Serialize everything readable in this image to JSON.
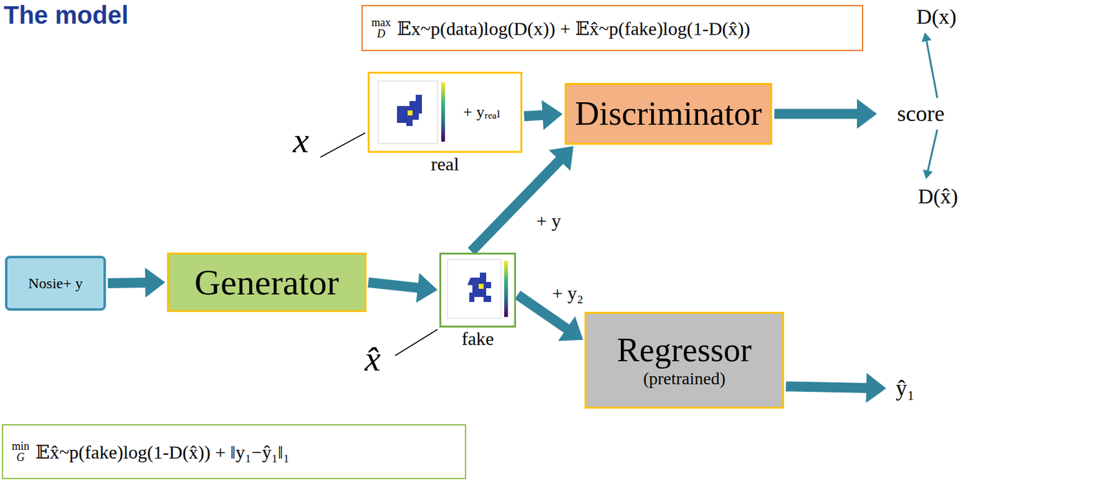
{
  "diagram": {
    "title": "The model",
    "nodes": [
      {
        "text": [
          "max",
          "D",
          "𝔼x~p(data)log(D(x)) + 𝔼x̂~p(fake)log(1-D(x̂))"
        ]
      },
      {
        "text": [
          "D(x)"
        ]
      },
      {
        "text": [
          "+ yᵣₑₐₗ",
          "real"
        ]
      },
      {
        "text": [
          "Discriminator"
        ]
      },
      {
        "text": [
          "score"
        ]
      },
      {
        "text": [
          "D(x̂)"
        ]
      },
      {
        "text": [
          "Nosie+ y"
        ]
      },
      {
        "text": [
          "Generator"
        ]
      },
      {
        "text": [
          "fake"
        ]
      },
      {
        "text": [
          "Regressor",
          "(pretrained)"
        ]
      },
      {
        "text": [
          "ŷ₁"
        ]
      },
      {
        "text": [
          "min",
          "G",
          "𝔼x̂~p(fake)log(1-D(x̂)) + ‖y₁−ŷ₁‖₁"
        ]
      }
    ],
    "edges": [
      {
        "from": 6,
        "to": 7,
        "arrow": "to"
      },
      {
        "from": 7,
        "to": 8,
        "arrow": "to"
      },
      {
        "from": 2,
        "to": 3,
        "arrow": "to"
      },
      {
        "from": 8,
        "to": 3,
        "label": "+ y",
        "arrow": "to"
      },
      {
        "from": 8,
        "to": 9,
        "label": "+ y₂",
        "arrow": "to"
      },
      {
        "from": 3,
        "to": 4,
        "arrow": "to"
      },
      {
        "from": 4,
        "to": 1,
        "arrow": "to"
      },
      {
        "from": 4,
        "to": 5,
        "arrow": "to"
      },
      {
        "from": 9,
        "to": 10,
        "arrow": "to"
      }
    ],
    "labels": [
      "x",
      "x̂"
    ]
  }
}
